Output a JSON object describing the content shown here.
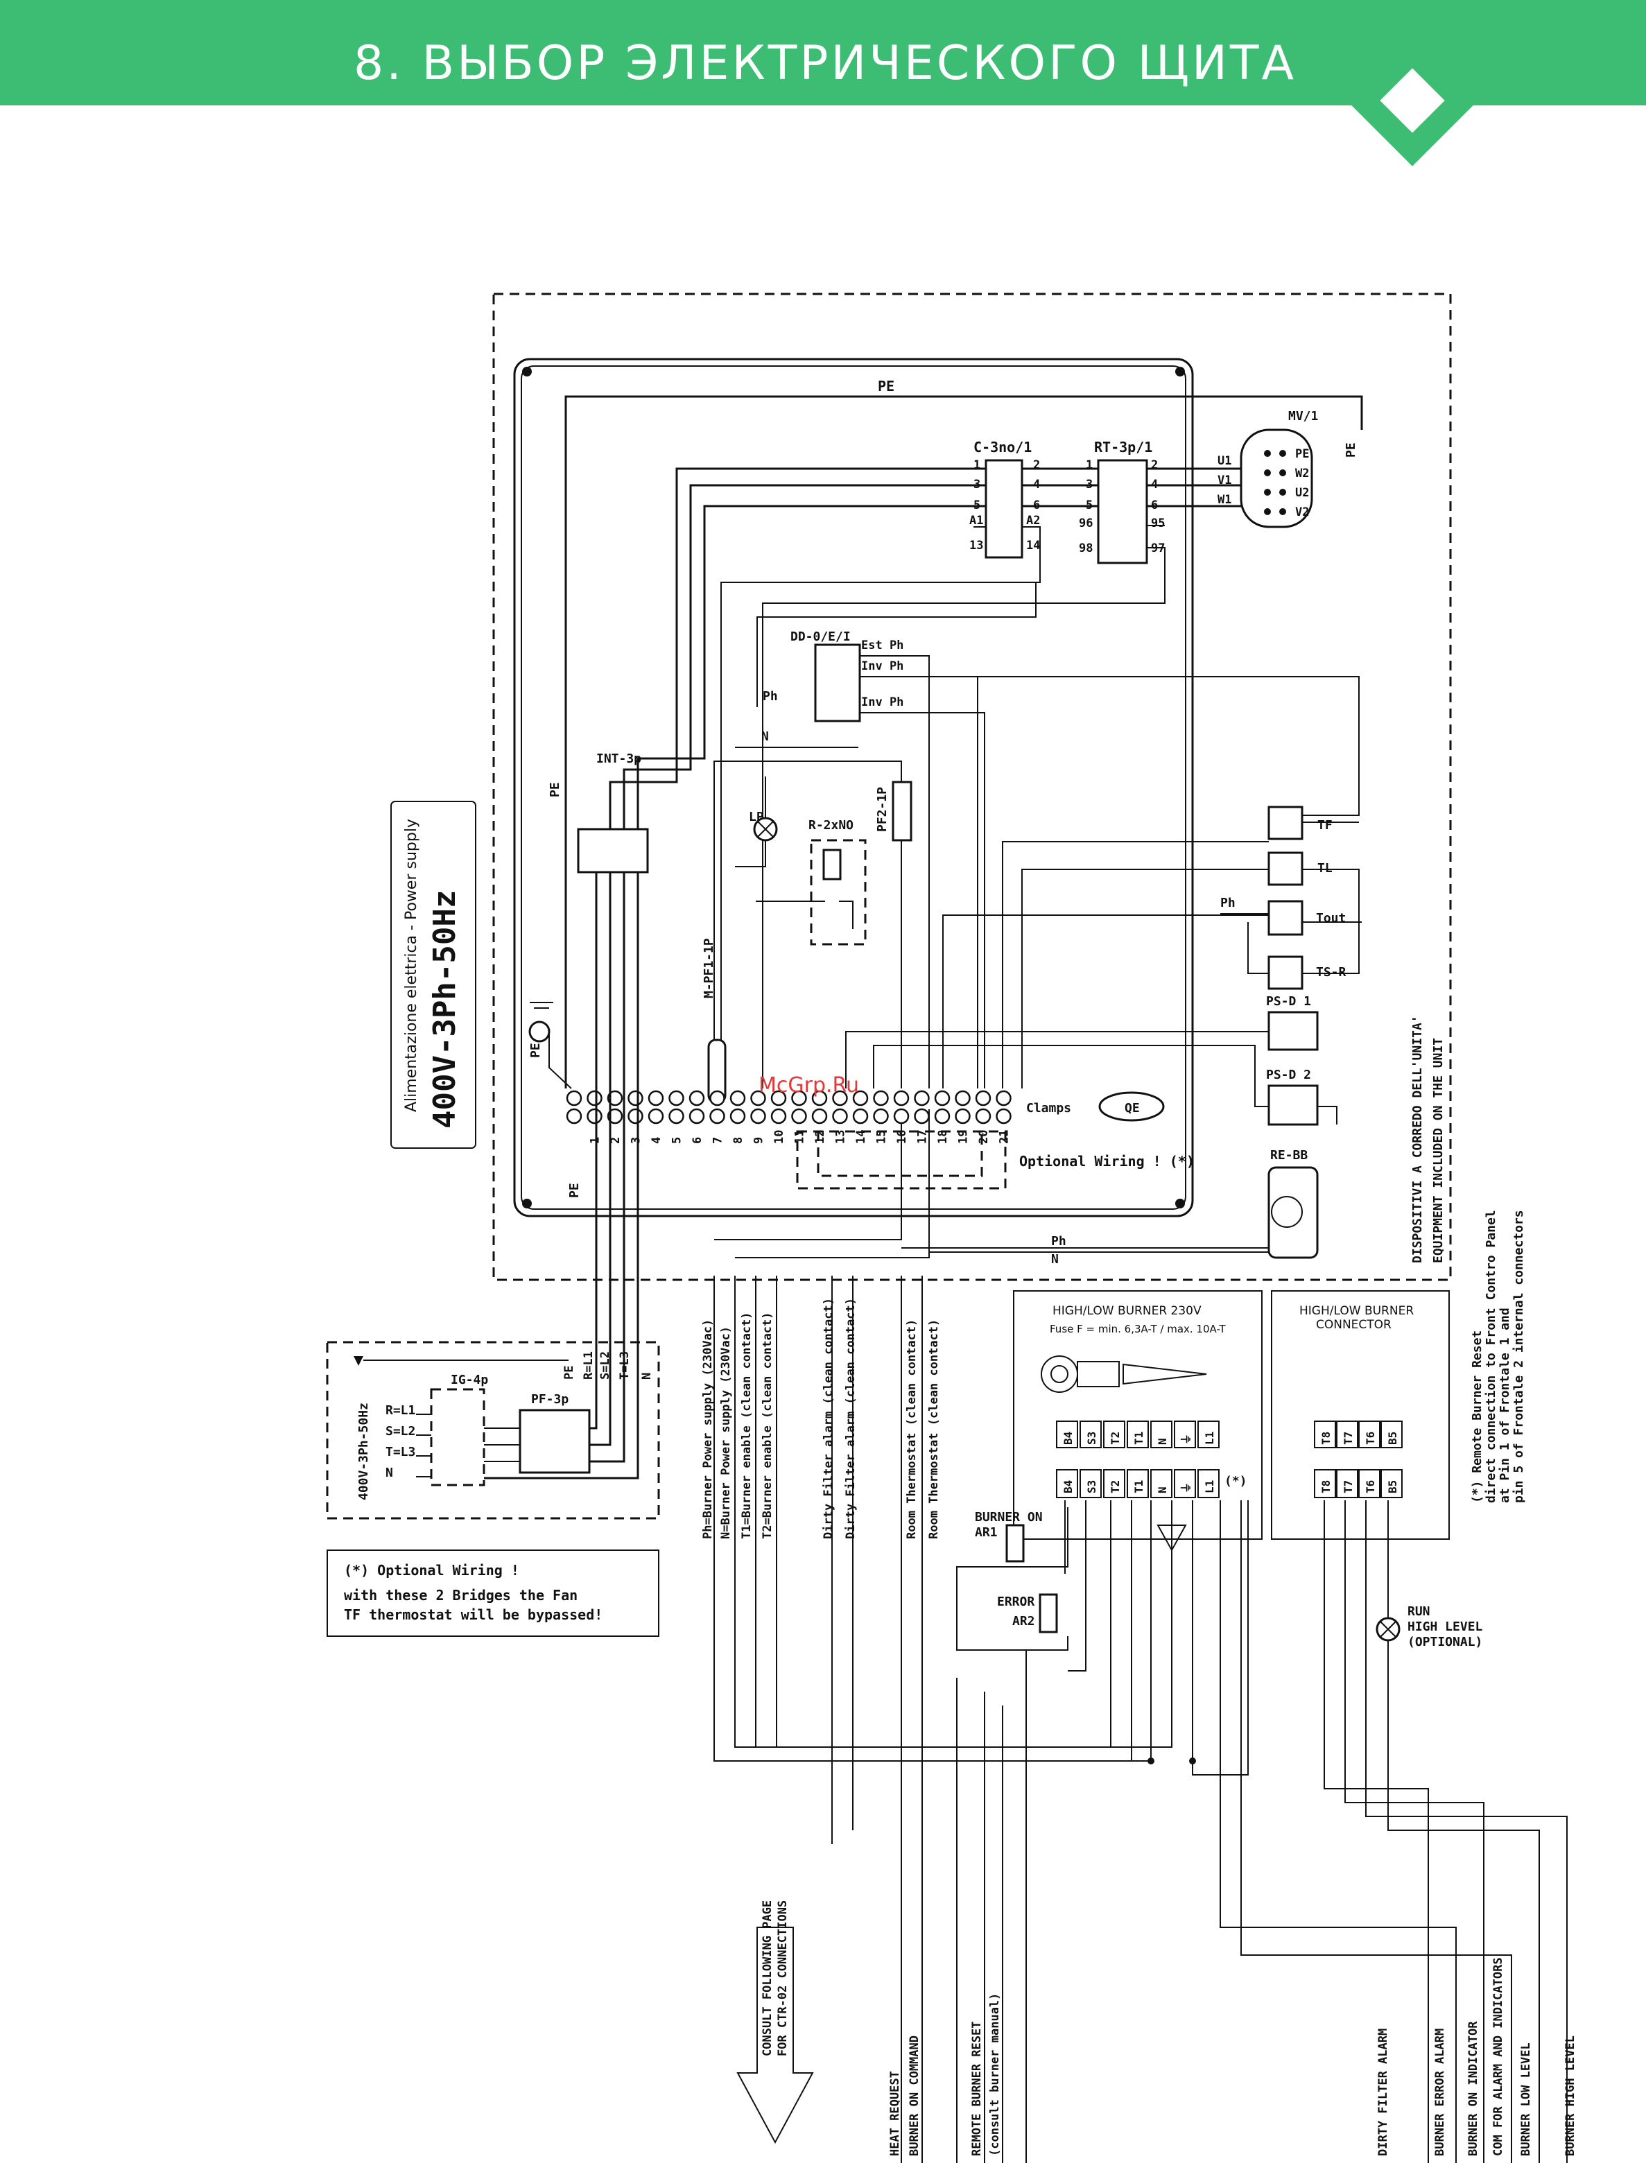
{
  "header": {
    "title": "8. ВЫБОР ЭЛЕКТРИЧЕСКОГО ЩИТА",
    "accent_color": "#3dbd73"
  },
  "watermark": "McGrp.Ru",
  "power_supply": {
    "caption": "Alimentazione elettrica - Power supply",
    "rating": "400V-3Ph-50Hz"
  },
  "components": {
    "pe": "PE",
    "contactor": "C-3no/1",
    "thermal_relay": "RT-3p/1",
    "motor": "MV/1",
    "motor_terms": [
      "PE",
      "W2",
      "U2",
      "V2"
    ],
    "motor_inputs": [
      "U1",
      "V1",
      "W1"
    ],
    "dd": "DD-0/E/I",
    "dd_terms": [
      "Est Ph",
      "Inv Ph",
      "Inv Ph"
    ],
    "ph": "Ph",
    "n": "N",
    "int": "INT-3p",
    "lp": "LP",
    "relay": "R-2xNO",
    "pf2": "PF2-1P",
    "mpf": "M-PF1-1P",
    "tf": "TF",
    "tl": "TL",
    "tout": "Tout",
    "tsr": "TS-R",
    "psd1": "PS-D 1",
    "psd2": "PS-D 2",
    "rebb": "RE-BB",
    "clamps": "Clamps",
    "qe": "QE",
    "optional": "Optional Wiring ! (*)",
    "contactor_pins": [
      "1",
      "2",
      "3",
      "4",
      "5",
      "6",
      "A1",
      "A2",
      "13",
      "14"
    ],
    "relay_pins": [
      "1",
      "2",
      "3",
      "4",
      "5",
      "6",
      "96",
      "95",
      "98",
      "97"
    ]
  },
  "terminals": [
    "1",
    "2",
    "3",
    "4",
    "5",
    "6",
    "7",
    "8",
    "9",
    "10",
    "11",
    "12",
    "13",
    "14",
    "15",
    "16",
    "17",
    "18",
    "19",
    "20",
    "21"
  ],
  "equipment_note": [
    "DISPOSITIVI A CORREDO DELL'UNITA'",
    "EQUIPMENT INCLUDED ON THE UNIT"
  ],
  "supply_box": {
    "ig": "IG-4p",
    "pf": "PF-3p",
    "rating": "400V-3Ph-50Hz",
    "phases": [
      "R=L1",
      "S=L2",
      "T=L3",
      "N"
    ],
    "wire_labels": [
      "PE",
      "R=L1",
      "S=L2",
      "T=L3",
      "N"
    ]
  },
  "optional_note": [
    "(*) Optional Wiring !",
    "with these 2 Bridges the Fan",
    "TF thermostat will be bypassed!"
  ],
  "cable_labels": [
    "Ph=Burner Power supply (230Vac)",
    "N=Burner Power supply (230Vac)",
    "T1=Burner enable (clean contact)",
    "T2=Burner enable (clean contact)",
    "Dirty Filter alarm (clean contact)",
    "Dirty Filter alarm (clean contact)",
    "Room Thermostat (clean contact)",
    "Room Thermostat (clean contact)"
  ],
  "burner_box": {
    "title": "HIGH/LOW BURNER 230V",
    "fuse": "Fuse F = min. 6,3A-T / max. 10A-T",
    "terms": [
      "B4",
      "S3",
      "T2",
      "T1",
      "N",
      "⏚",
      "L1"
    ],
    "star": "(*)"
  },
  "connector_box": {
    "title": [
      "HIGH/LOW BURNER",
      "CONNECTOR"
    ],
    "terms": [
      "T8",
      "T7",
      "T6",
      "B5"
    ]
  },
  "remote_note": [
    "(*) Remote Burner Reset",
    "direct connection to Front Contro Panel",
    "at Pin 1 of Frontale 1 and",
    "pin 5 of Frontale 2 internal connectors"
  ],
  "relays": {
    "burner_on": "BURNER ON",
    "ar1": "AR1",
    "error": "ERROR",
    "ar2": "AR2"
  },
  "run_indicator": [
    "RUN",
    "HIGH LEVEL",
    "(OPTIONAL)"
  ],
  "consult_arrow": [
    "CONSULT FOLLOWING PAGE",
    "FOR CTR-02 CONNECTIONS"
  ],
  "bottom_labels": [
    "HEAT REQUEST",
    "BURNER ON COMMAND",
    "REMOTE BURNER RESET",
    "(consult burner manual)",
    "DIRTY FILTER ALARM",
    "BURNER ERROR ALARM",
    "BURNER ON INDICATOR",
    "COM FOR ALARM AND INDICATORS",
    "BURNER LOW LEVEL",
    "BURNER HIGH LEVEL"
  ]
}
